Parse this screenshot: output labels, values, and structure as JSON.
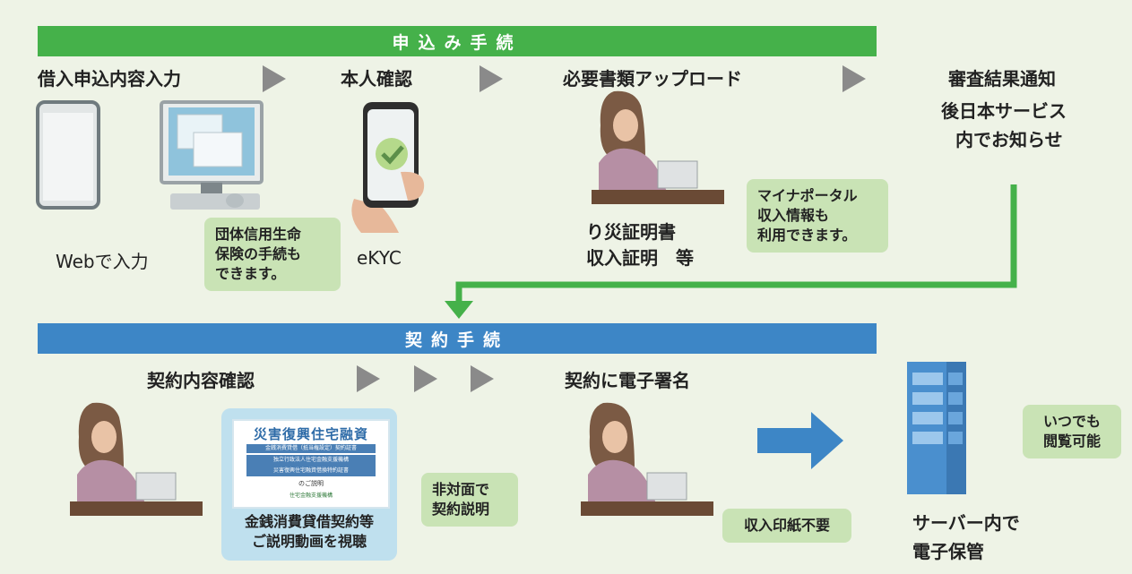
{
  "application_bar": "申込み手続",
  "contract_bar": "契約手続",
  "steps": {
    "loan_input": "借入申込内容入力",
    "identity": "本人確認",
    "upload": "必要書類アップロード",
    "result": "審査結果通知"
  },
  "sub": {
    "web_input": "Webで入力",
    "ekyc": "eKYC",
    "docs_line1": "り災証明書",
    "docs_line2": "収入証明　等",
    "result_line1": "後日本サービス",
    "result_line2": "内でお知らせ"
  },
  "bubbles": {
    "insurance_l1": "団体信用生命",
    "insurance_l2": "保険の手続も",
    "insurance_l3": "できます。",
    "mynaportal_l1": "マイナポータル",
    "mynaportal_l2": "収入情報も",
    "mynaportal_l3": "利用できます。",
    "nonface_l1": "非対面で",
    "nonface_l2": "契約説明",
    "stamp": "収入印紙不要",
    "anytime_l1": "いつでも",
    "anytime_l2": "閲覧可能"
  },
  "contract": {
    "confirm": "契約内容確認",
    "esign": "契約に電子署名",
    "video_l1": "金銭消費貸借契約等",
    "video_l2": "ご説明動画を視聴",
    "storage_l1": "サーバー内で",
    "storage_l2": "電子保管"
  },
  "poster": {
    "title": "災害復興住宅融資",
    "line1": "金銭消費貸借（抵当権設定）契約証書",
    "line2": "独立行政法人住宅金融支援機構",
    "line3": "災害復興住宅融資借換特約証書",
    "caption": "のご説明",
    "org": "住宅金融支援機構"
  },
  "colors": {
    "green": "#45b14a",
    "blue": "#3d86c6",
    "bubble": "#c9e3b5",
    "arrow_gray": "#8a8a8a"
  }
}
